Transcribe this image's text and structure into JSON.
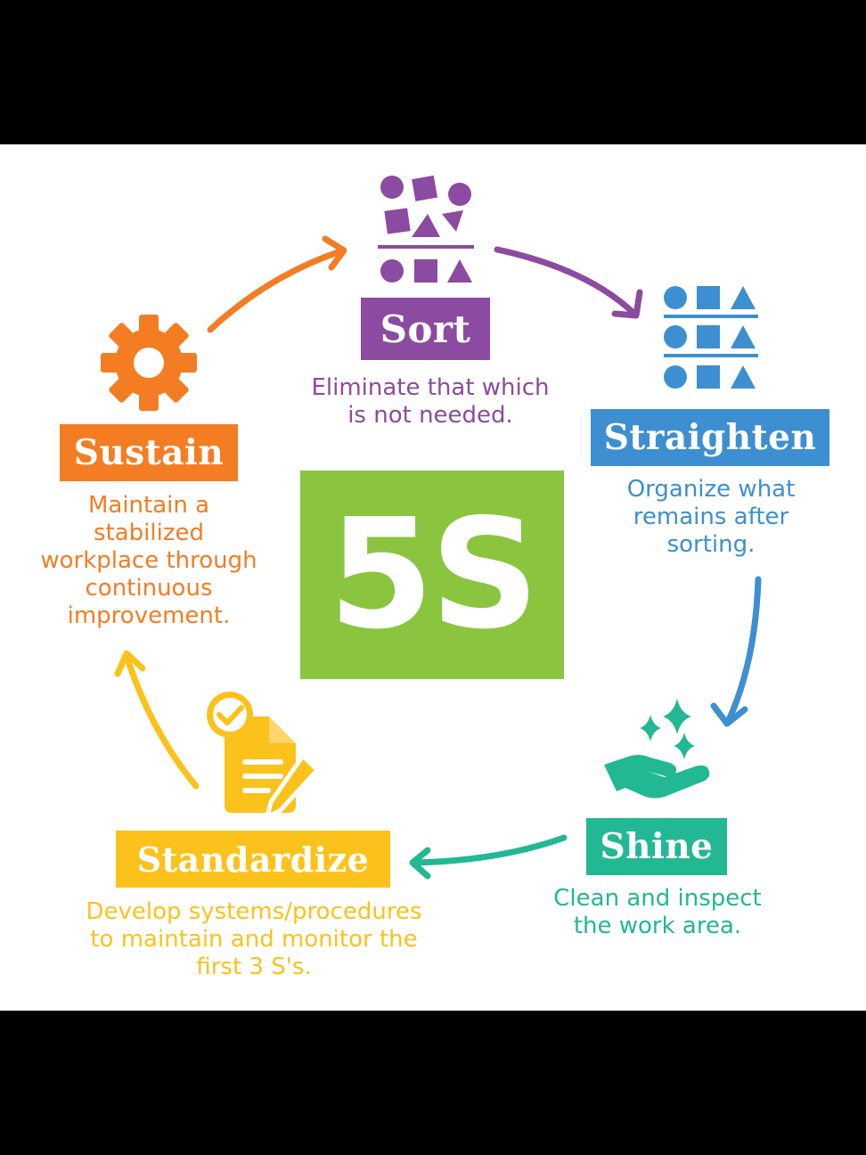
{
  "colors": {
    "sort": "#8b4ba0",
    "straighten": "#3d8fd1",
    "shine": "#22b893",
    "standardize": "#fcc21c",
    "sustain": "#f47d24",
    "center": "#8bc540"
  },
  "center": {
    "label": "5S"
  },
  "steps": {
    "sort": {
      "title": "Sort",
      "lines": [
        "Eliminate that which",
        "is not needed."
      ],
      "icon": "sorting-shapes-icon"
    },
    "straighten": {
      "title": "Straighten",
      "lines": [
        "Organize what",
        "remains after",
        "sorting."
      ],
      "icon": "organized-shapes-icon"
    },
    "shine": {
      "title": "Shine",
      "lines": [
        "Clean and inspect",
        "the work area."
      ],
      "icon": "hand-sparkle-icon"
    },
    "standardize": {
      "title": "Standardize",
      "lines": [
        "Develop systems/procedures",
        "to maintain and monitor the",
        "first 3 S's."
      ],
      "icon": "checklist-pencil-icon"
    },
    "sustain": {
      "title": "Sustain",
      "lines": [
        "Maintain a",
        "stabilized",
        "workplace through",
        "continuous",
        "improvement."
      ],
      "icon": "gear-icon"
    }
  }
}
